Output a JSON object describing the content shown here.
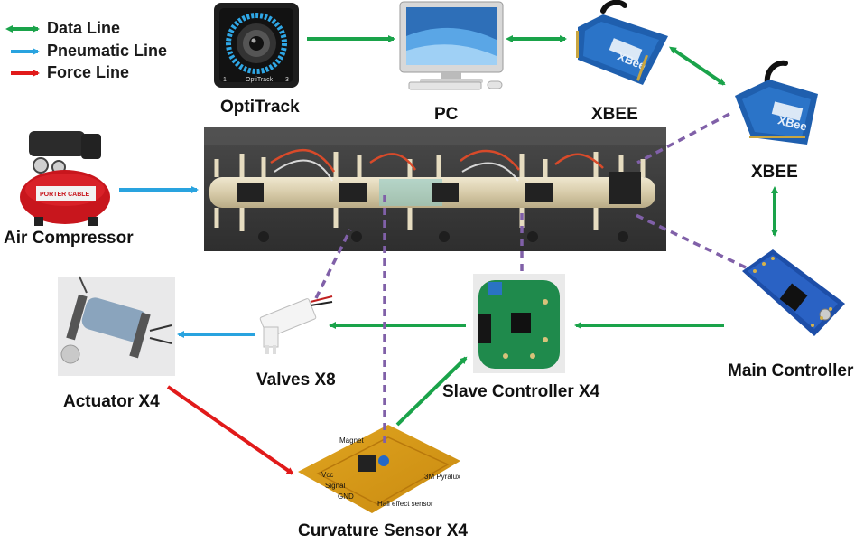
{
  "legend": {
    "data_line": "Data Line",
    "pneumatic_line": "Pneumatic Line",
    "force_line": "Force Line"
  },
  "labels": {
    "optitrack": "OptiTrack",
    "pc": "PC",
    "xbee_top": "XBEE",
    "xbee_right": "XBEE",
    "air_compressor": "Air Compressor",
    "actuator": "Actuator X4",
    "valves": "Valves X8",
    "slave_controller": "Slave Controller X4",
    "main_controller": "Main Controller",
    "curvature_sensor": "Curvature Sensor X4"
  },
  "sensor_annotations": {
    "magnet": "Magnet",
    "pyralux": "3M Pyralux",
    "hall": "Hall effect sensor",
    "vcc": "Vcc",
    "signal": "Signal",
    "gnd": "GND"
  },
  "device_text": {
    "optitrack_brand": "OptiTrack",
    "optitrack_left_num": "1",
    "optitrack_right_num": "3",
    "xbee_brand": "XBee",
    "compressor_brand": "PORTER CABLE"
  },
  "colors": {
    "data_line": "#1aa34a",
    "pneumatic_line": "#29a3df",
    "force_line": "#e11a1a",
    "dashed_link": "#8060a8"
  }
}
